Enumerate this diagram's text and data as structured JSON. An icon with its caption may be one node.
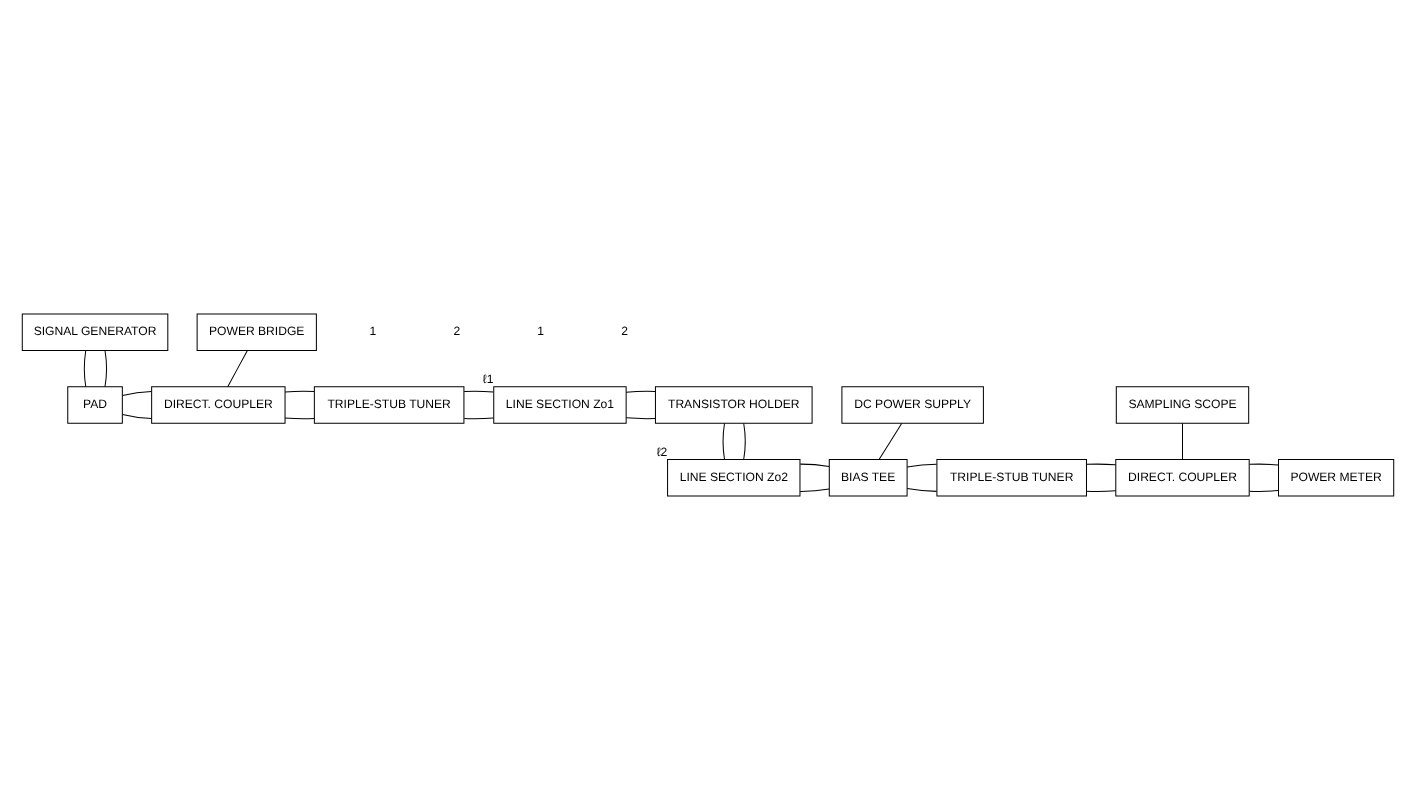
{
  "diagram": {
    "nodes": [
      {
        "text": [
          "SIGNAL GENERATOR"
        ]
      },
      {
        "text": [
          "POWER BRIDGE"
        ]
      },
      {
        "text": [
          "PAD"
        ]
      },
      {
        "text": [
          "DIRECT. COUPLER"
        ]
      },
      {
        "text": [
          "TRIPLE-STUB TUNER"
        ]
      },
      {
        "text": [
          "LINE SECTION Zo1"
        ],
        "beside": [
          "ℓ1"
        ]
      },
      {
        "text": [
          "TRANSISTOR HOLDER"
        ]
      },
      {
        "text": [
          "DC POWER SUPPLY"
        ]
      },
      {
        "text": [
          "SAMPLING SCOPE"
        ]
      },
      {
        "text": [
          "LINE SECTION Zo2"
        ],
        "beside": [
          "ℓ2"
        ]
      },
      {
        "text": [
          "BIAS TEE"
        ]
      },
      {
        "text": [
          "TRIPLE-STUB TUNER"
        ]
      },
      {
        "text": [
          "DIRECT. COUPLER"
        ]
      },
      {
        "text": [
          "POWER METER"
        ]
      }
    ],
    "edges": [
      {
        "from": 0,
        "to": 2,
        "arrow": "none"
      },
      {
        "from": 0,
        "to": 2,
        "arrow": "none"
      },
      {
        "from": 1,
        "to": 3,
        "arrow": "none"
      },
      {
        "from": 2,
        "to": 3,
        "arrow": "none"
      },
      {
        "from": 2,
        "to": 3,
        "arrow": "none"
      },
      {
        "from": 3,
        "to": 4,
        "arrow": "none"
      },
      {
        "from": 3,
        "to": 4,
        "arrow": "none"
      },
      {
        "from": 4,
        "to": 5,
        "arrow": "none"
      },
      {
        "from": 4,
        "to": 5,
        "arrow": "none"
      },
      {
        "from": 5,
        "to": 6,
        "arrow": "none"
      },
      {
        "from": 5,
        "to": 6,
        "arrow": "none"
      },
      {
        "from": 6,
        "to": 9,
        "arrow": "none"
      },
      {
        "from": 6,
        "to": 9,
        "arrow": "none"
      },
      {
        "from": 7,
        "to": 10,
        "arrow": "none"
      },
      {
        "from": 8,
        "to": 12,
        "arrow": "none"
      },
      {
        "from": 9,
        "to": 10,
        "arrow": "none"
      },
      {
        "from": 9,
        "to": 10,
        "arrow": "none"
      },
      {
        "from": 10,
        "to": 11,
        "arrow": "none"
      },
      {
        "from": 10,
        "to": 11,
        "arrow": "none"
      },
      {
        "from": 11,
        "to": 12,
        "arrow": "none"
      },
      {
        "from": 11,
        "to": 12,
        "arrow": "none"
      },
      {
        "from": 12,
        "to": 13,
        "arrow": "none"
      },
      {
        "from": 12,
        "to": 13,
        "arrow": "none"
      }
    ],
    "labels": [
      "1",
      "2",
      "1",
      "2"
    ]
  }
}
